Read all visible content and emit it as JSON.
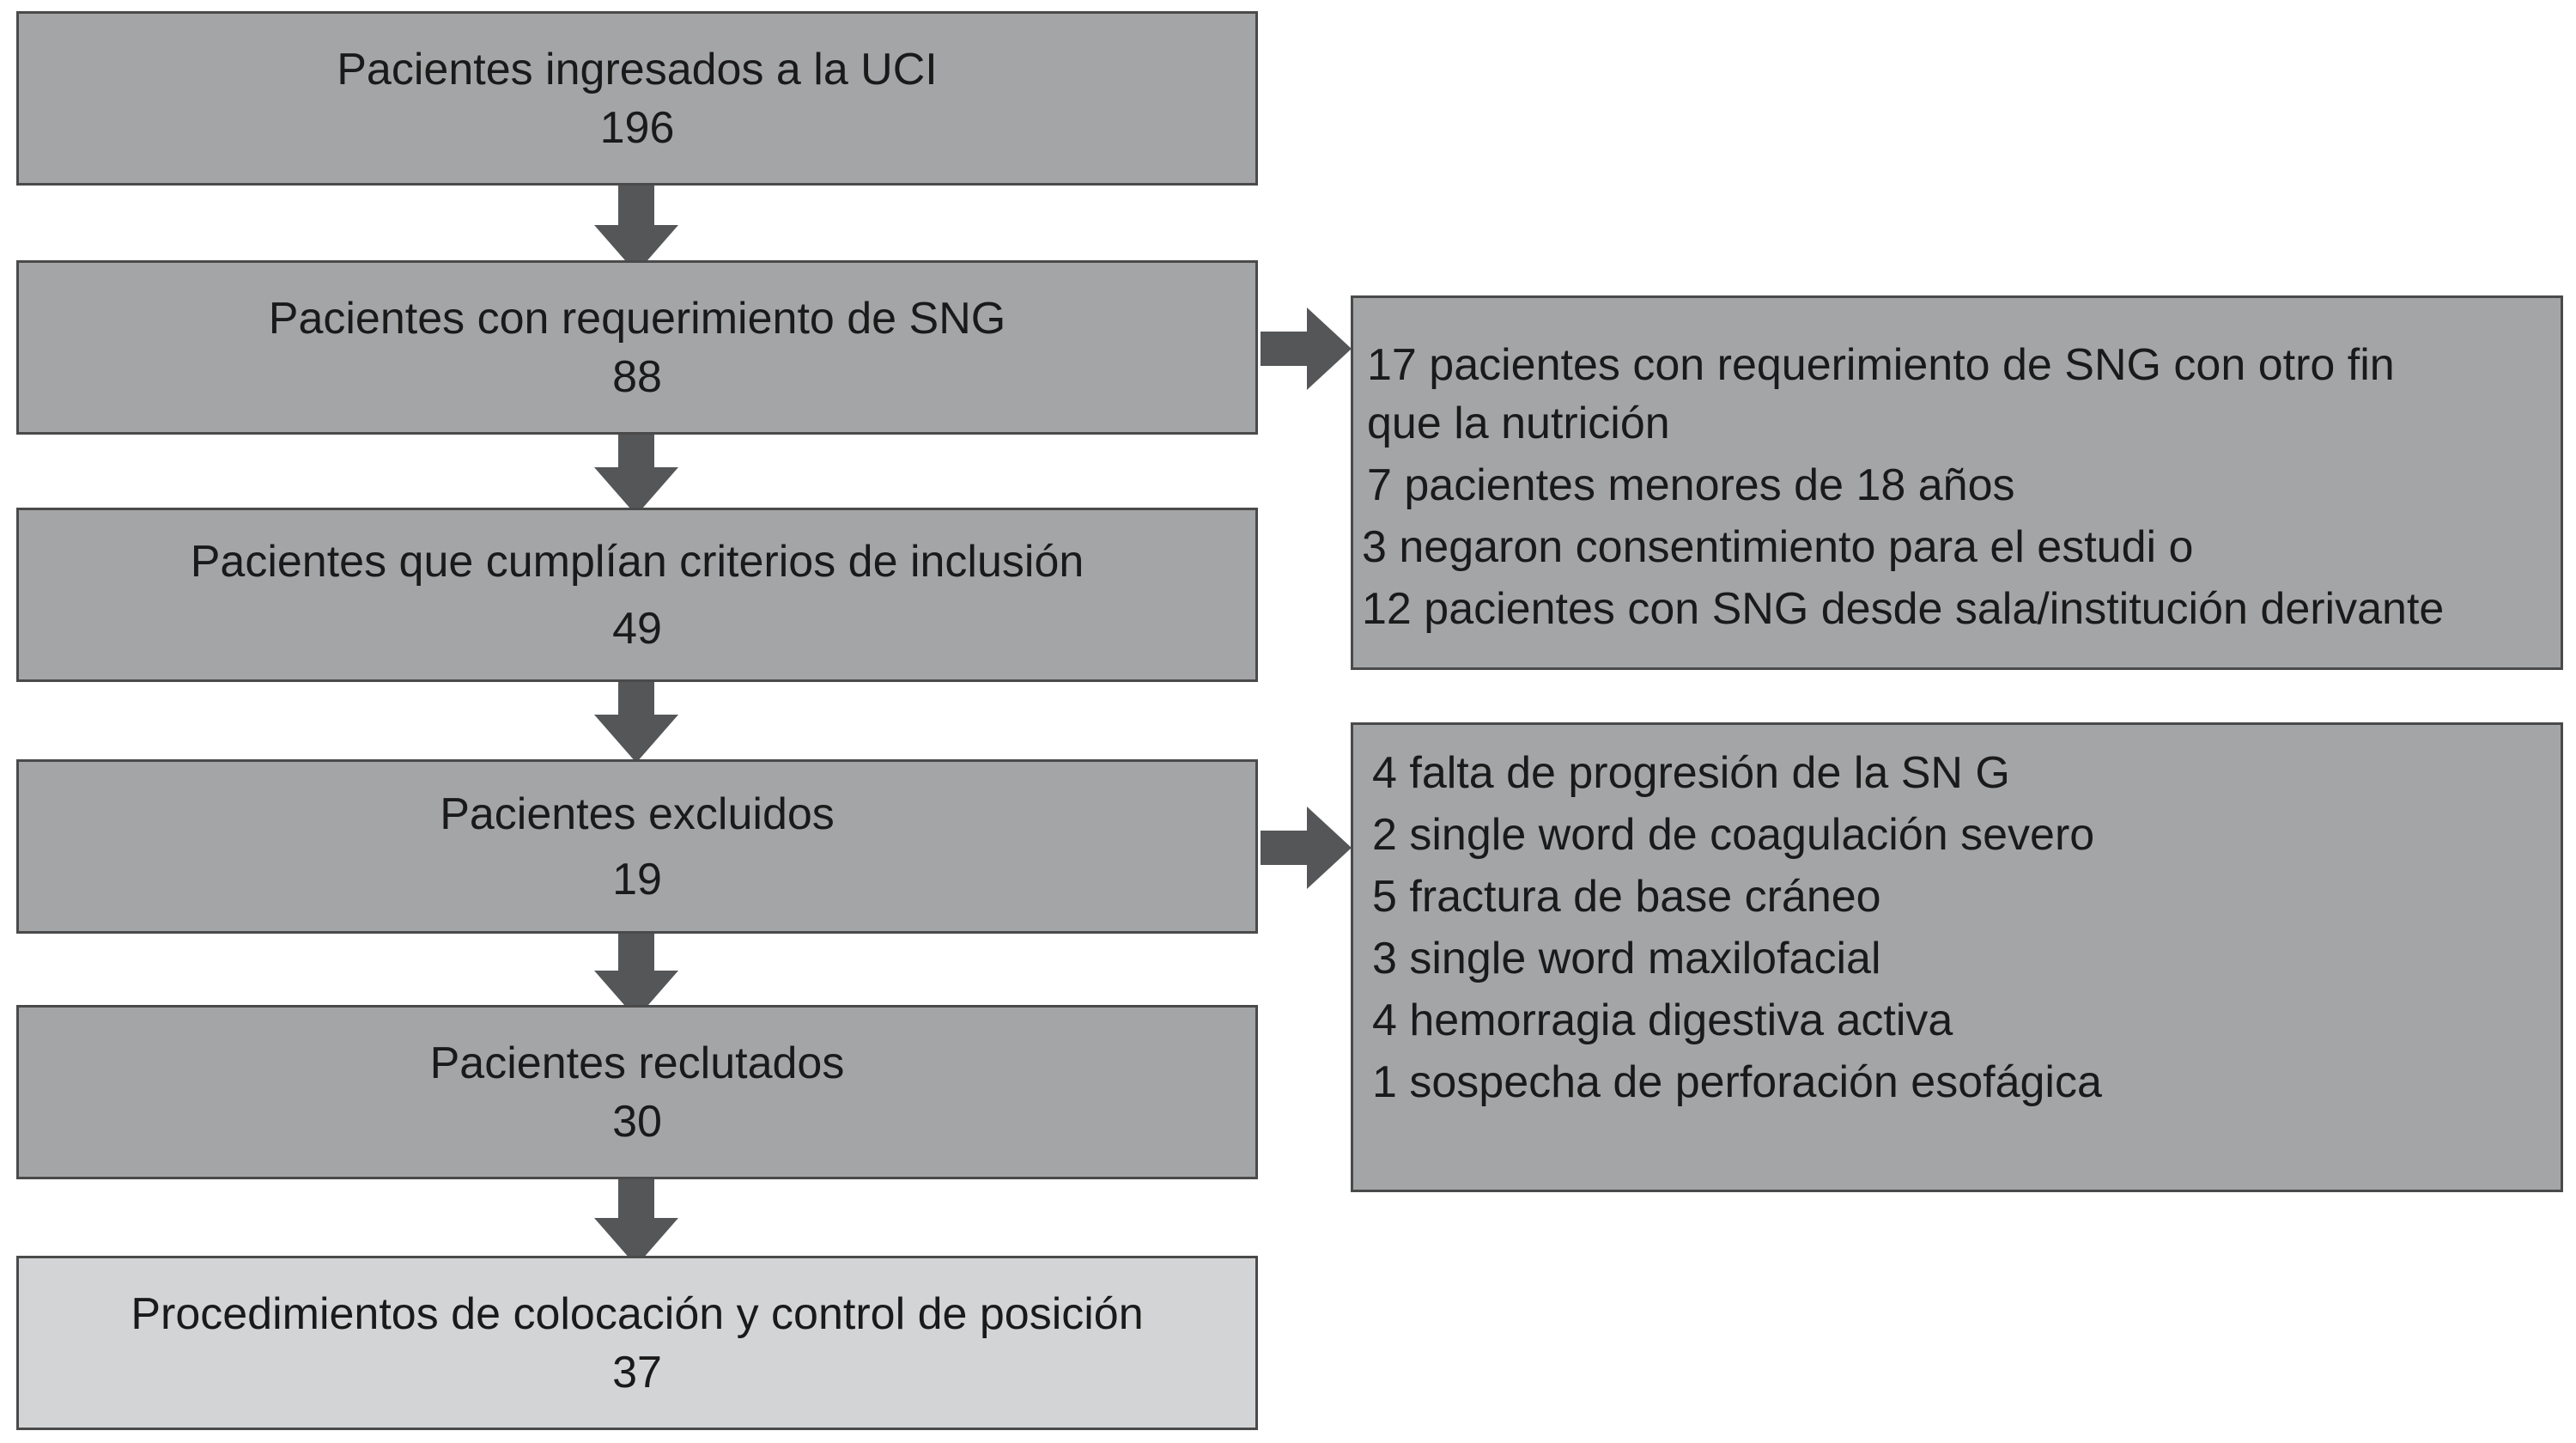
{
  "steps": [
    {
      "label": "Pacientes ingresados a la UCI",
      "count": "196"
    },
    {
      "label": "Pacientes con requerimiento de SNG",
      "count": "88"
    },
    {
      "label": "Pacientes que cumplían criterios de inclusión",
      "count": "49"
    },
    {
      "label": "Pacientes excluidos",
      "count": "19"
    },
    {
      "label": "Pacientes reclutados",
      "count": "30"
    },
    {
      "label": "Procedimientos de colocación y control de posición",
      "count": "37"
    }
  ],
  "exclusions_first": [
    "17 pacientes con requerimiento de SNG con otro fin",
    "que la nutrición",
    "7 pacientes menores de 18 años",
    "3 negaron consentimiento para el estudi o",
    "12 pacientes con SNG desde sala/institución derivante"
  ],
  "exclusions_second": [
    "4 falta de progresión de la SN G",
    "2 single word de coagulación severo",
    "5 fractura de base cráneo",
    "3 single word maxilofacial",
    "4 hemorragia digestiva activa",
    "1 sospecha de perforación esofágica"
  ]
}
